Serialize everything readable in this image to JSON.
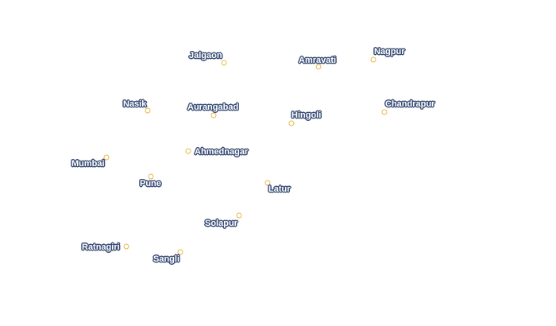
{
  "map": {
    "cities": [
      {
        "name": "Jalgaon"
      },
      {
        "name": "Amravati"
      },
      {
        "name": "Nagpur"
      },
      {
        "name": "Nasik"
      },
      {
        "name": "Aurangabad"
      },
      {
        "name": "Hingoli"
      },
      {
        "name": "Chandrapur"
      },
      {
        "name": "Ahmednagar"
      },
      {
        "name": "Mumbai"
      },
      {
        "name": "Pune"
      },
      {
        "name": "Latur"
      },
      {
        "name": "Solapur"
      },
      {
        "name": "Ratnagiri"
      },
      {
        "name": "Sangli"
      }
    ]
  },
  "colors": {
    "marker_stroke": "#e8b84a",
    "marker_fill": "#ffffff",
    "label_text": "#ffffff",
    "label_outline": "#3b4f77",
    "background": "#ffffff"
  }
}
